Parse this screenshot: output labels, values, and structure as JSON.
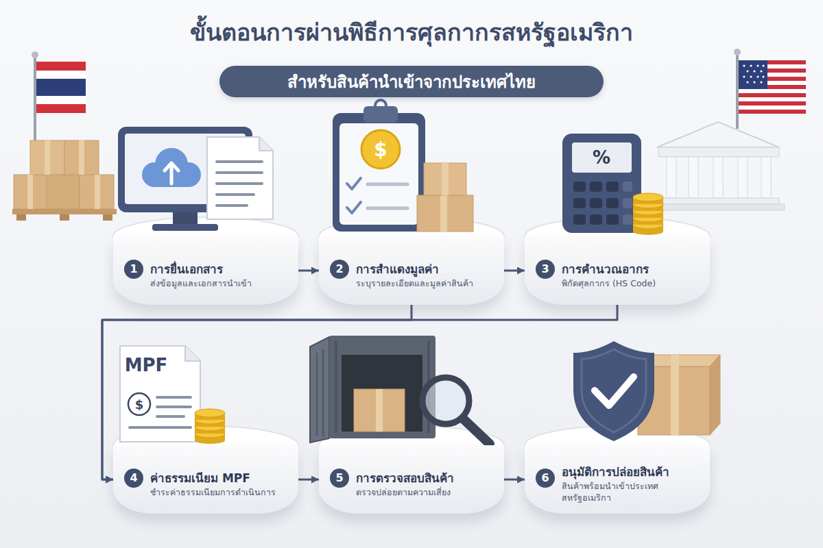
{
  "diagram": {
    "title": "ขั้นตอนการผ่านพิธีการศุลกากรสหรัฐอเมริกา",
    "nodes": [
      {
        "text": [
          "สำหรับสินค้านำเข้าจากประเทศไทย"
        ]
      },
      {
        "text": [
          "1",
          "การยื่นเอกสาร",
          "ส่งข้อมูลและเอกสารนำเข้า"
        ]
      },
      {
        "text": [
          "2",
          "การสำแดงมูลค่า",
          "ระบุรายละเอียดและมูลค่าสินค้า"
        ]
      },
      {
        "text": [
          "3",
          "การคำนวณอากร",
          "พิกัดศุลกากร (HS Code)"
        ]
      },
      {
        "text": [
          "4",
          "ค่าธรรมเนียม MPF",
          "ชำระค่าธรรมเนียมการดำเนินการ"
        ]
      },
      {
        "text": [
          "5",
          "การตรวจสอบสินค้า",
          "ตรวจปล่อยตามความเสี่ยง"
        ]
      },
      {
        "text": [
          "6",
          "อนุมัติการปล่อยสินค้า",
          "สินค้าพร้อมนำเข้าประเทศสหรัฐอเมริกา"
        ]
      }
    ],
    "edges": [
      {
        "from": 1,
        "to": 2,
        "arrow": "to"
      },
      {
        "from": 2,
        "to": 3,
        "arrow": "to"
      },
      {
        "from": 2,
        "to": 4,
        "arrow": "to"
      },
      {
        "from": 3,
        "to": 4,
        "arrow": "to"
      },
      {
        "from": 4,
        "to": 5,
        "arrow": "to"
      },
      {
        "from": 5,
        "to": 6,
        "arrow": "to"
      }
    ],
    "labels": [
      "$",
      "%",
      "MPF",
      "$"
    ]
  }
}
